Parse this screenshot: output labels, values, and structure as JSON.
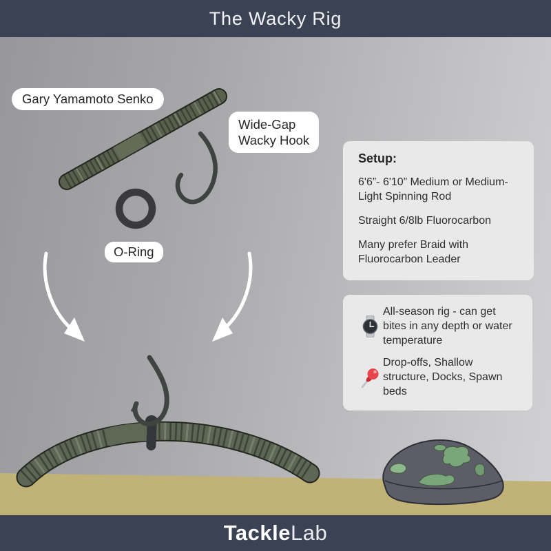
{
  "header": {
    "title": "The Wacky Rig"
  },
  "diagram": {
    "labels": {
      "senko": "Gary Yamamoto Senko",
      "hook": "Wide-Gap\nWacky Hook",
      "oring": "O-Ring"
    },
    "illustration_names": [
      "senko-worm",
      "wacky-hook",
      "o-ring",
      "arrow-left",
      "arrow-right",
      "rigged-worm",
      "rock",
      "ground"
    ]
  },
  "setup_box": {
    "title": "Setup:",
    "items": [
      "6'6”- 6'10” Medium or Medium-Light Spinning Rod",
      "Straight 6/8lb Fluorocarbon",
      "Many prefer Braid with Fluorocarbon Leader"
    ]
  },
  "tips_box": {
    "items": [
      {
        "icon": "watch-icon",
        "text": "All-season rig - can get bites in any depth or water temperature"
      },
      {
        "icon": "pushpin-icon",
        "text": "Drop-offs, Shallow structure, Docks, Spawn beds"
      }
    ]
  },
  "footer": {
    "brand_strong": "Tackle",
    "brand_light": "Lab"
  },
  "colors": {
    "navy": "#3a4254",
    "ground": "#c1b277",
    "box_bg": "#e9e9ea",
    "worm_body": "#59614e",
    "hook": "#3e4340",
    "pin_red": "#e8444b",
    "moss_green": "#79a67b"
  }
}
